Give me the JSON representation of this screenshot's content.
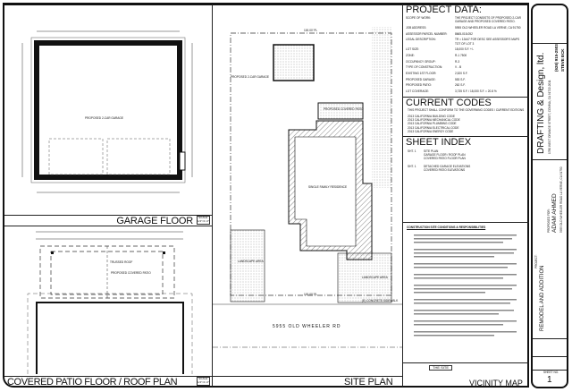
{
  "views": {
    "garage_floor": {
      "title": "GARAGE FLOOR",
      "scale": "SCALE: 1/4\"=1'-0\"",
      "labels": [
        "PROPOSED 2-CAR GARAGE"
      ]
    },
    "patio_plan": {
      "title": "COVERED PATIO FLOOR / ROOF PLAN",
      "scale": "SCALE: 1/4\"=1'-0\"",
      "labels": [
        "TRUSSED ROOF",
        "PROPOSED COVERED PATIO"
      ]
    },
    "site_plan": {
      "title": "SITE PLAN",
      "street": "5955 OLD WHEELER RD",
      "labels": [
        "PROPOSED 2-CAR GARAGE",
        "PROPOSED COVERED PATIO",
        "SINGLE FAMILY RESIDENCE",
        "LANDSCAPE AREA",
        "LANDSCAPE AREA",
        "(E) CONCRETE SIDEWALK",
        "100.00' PL",
        "100.00' PL"
      ]
    },
    "vicinity_map": {
      "title": "VICINITY MAP",
      "site_label": "THE SITE"
    }
  },
  "project_data": {
    "title": "PROJECT DATA:",
    "rows": [
      {
        "k": "SCOPE OF WORK:",
        "v": "THE PROJECT CONSISTS OF PROPOSED 2-CAR GARAGE AND PROPOSED COVERED PATIO."
      },
      {
        "k": "JOB ADDRESS:",
        "v": "5955 OLD WHEELER ROAD LA VERNE, CA 91750"
      },
      {
        "k": "ASSESSOR PARCEL NUMBER:",
        "v": "8665-018-052"
      },
      {
        "k": "LEGAL DESCRIPTION:",
        "v": "TR = 13447 FOR DESC SEE ASSESSOR'S MAPS TOT OF LOT 3"
      },
      {
        "k": "LOT SIZE:",
        "v": "18,000 S.F. +/-"
      },
      {
        "k": "ZONE:",
        "v": "R-1 7500"
      },
      {
        "k": "OCCUPANCY GROUP:",
        "v": "R-3"
      },
      {
        "k": "TYPE OF CONSTRUCTION:",
        "v": "V - B"
      },
      {
        "k": "EXISTING 1ST FLOOR:",
        "v": "2,520 S.F."
      },
      {
        "k": "PROPOSED GARAGE:",
        "v": "553 S.F."
      },
      {
        "k": "PROPOSED PATIO:",
        "v": "262 S.F."
      },
      {
        "k": "LOT COVERAGE:",
        "v": "3,735 S.F. / 18,000 S.F. = 20.8 %"
      }
    ]
  },
  "codes": {
    "title": "CURRENT CODES",
    "intro": "THIS PROJECT SHALL CONFORM TO THE GOVERNING CODES / CURRENT EDITIONS",
    "items": [
      "2013 CALIFORNIA BUILDING CODE",
      "2013 CALIFORNIA MECHANICAL CODE",
      "2013 CALIFORNIA PLUMBING CODE",
      "2013 CALIFORNIA ELECTRICAL CODE",
      "2013 CALIFORNIA ENERGY CODE"
    ]
  },
  "sheet_index": {
    "title": "SHEET INDEX",
    "items": [
      {
        "no": "SHT. 1",
        "lines": [
          "SITE PLAN",
          "GARAGE FLOOR / ROOF PLAN",
          "COVERED PATIO FLOOR PLAN"
        ]
      },
      {
        "no": "SHT. 1",
        "lines": [
          "DETACHED GARAGE ELEVATIONS",
          "COVERED PATIO ELEVATIONS"
        ]
      }
    ]
  },
  "notes": {
    "title": "CONSTRUCTION SITE CONDITIONS & RESPONSIBILITIES"
  },
  "title_block": {
    "firm": "DRAFTING & Design, ltd.",
    "firm_address": "1780 WEST ORANGE STREET, COVINA, CA 91722-2011",
    "phone": "(626) 915-2503",
    "contact": "STEVE ECK",
    "prepared_for_label": "PROPOSED FOR:",
    "client": "ADAM AHMED",
    "client_address": "5955 OLD WHEELER ROAD LA VERNE, CA 91750",
    "project_label": "PROJECT:",
    "project": "REMODEL AND ADDITION",
    "sheet_label": "SHEET NO.",
    "sheet_no": "1"
  }
}
